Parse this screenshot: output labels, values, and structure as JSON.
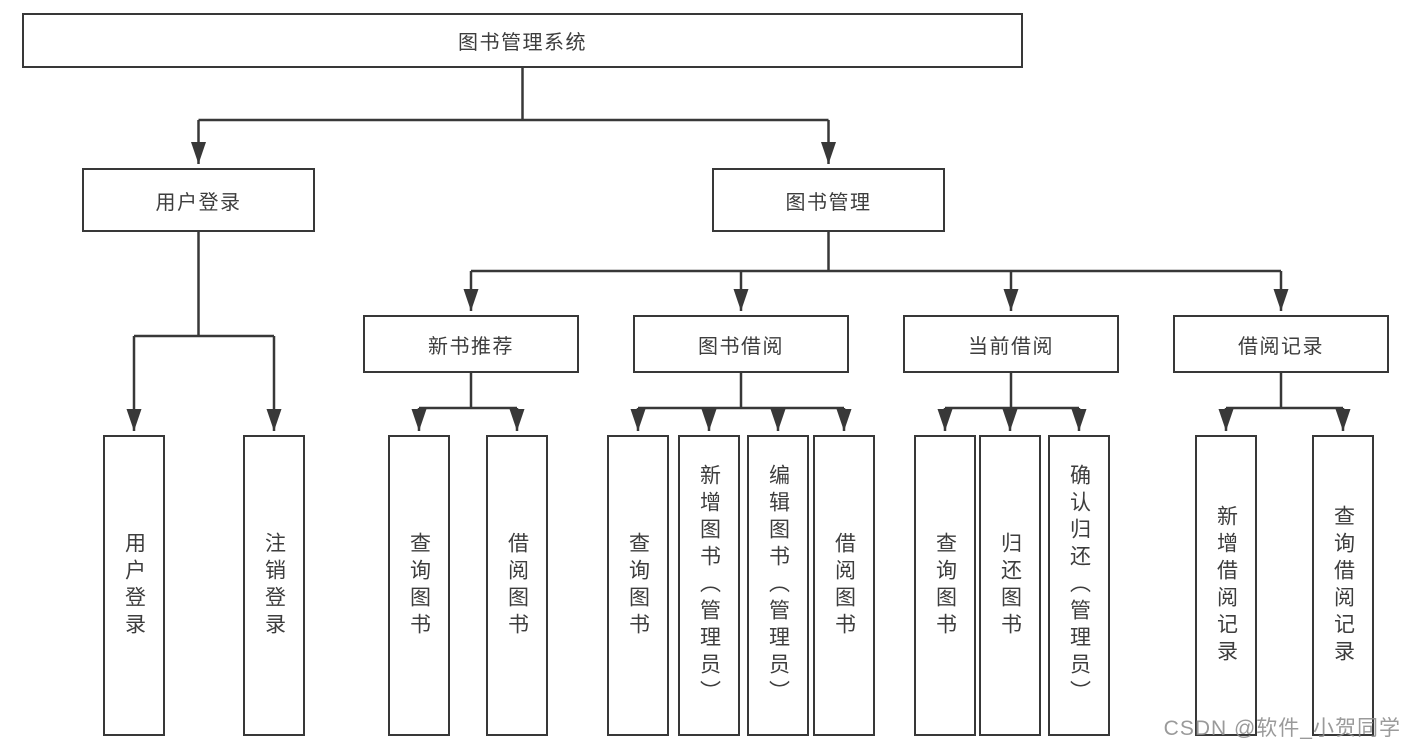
{
  "diagram": {
    "line_color": "#383838",
    "root": {
      "label": "图书管理系统"
    },
    "branches": {
      "user_login": {
        "label": "用户登录",
        "children": [
          {
            "label": "用户登录"
          },
          {
            "label": "注销登录"
          }
        ]
      },
      "book_mgmt": {
        "label": "图书管理",
        "sections": {
          "new_books": {
            "label": "新书推荐",
            "children": [
              {
                "label": "查询图书"
              },
              {
                "label": "借阅图书"
              }
            ]
          },
          "book_borrow": {
            "label": "图书借阅",
            "children": [
              {
                "label": "查询图书"
              },
              {
                "label": "新增图书（管理员）"
              },
              {
                "label": "编辑图书（管理员）"
              },
              {
                "label": "借阅图书"
              }
            ]
          },
          "current_borrow": {
            "label": "当前借阅",
            "children": [
              {
                "label": "查询图书"
              },
              {
                "label": "归还图书"
              },
              {
                "label": "确认归还（管理员）"
              }
            ]
          },
          "borrow_records": {
            "label": "借阅记录",
            "children": [
              {
                "label": "新增借阅记录"
              },
              {
                "label": "查询借阅记录"
              }
            ]
          }
        }
      }
    }
  },
  "watermark": {
    "text": "CSDN @软件_小贺同学"
  }
}
